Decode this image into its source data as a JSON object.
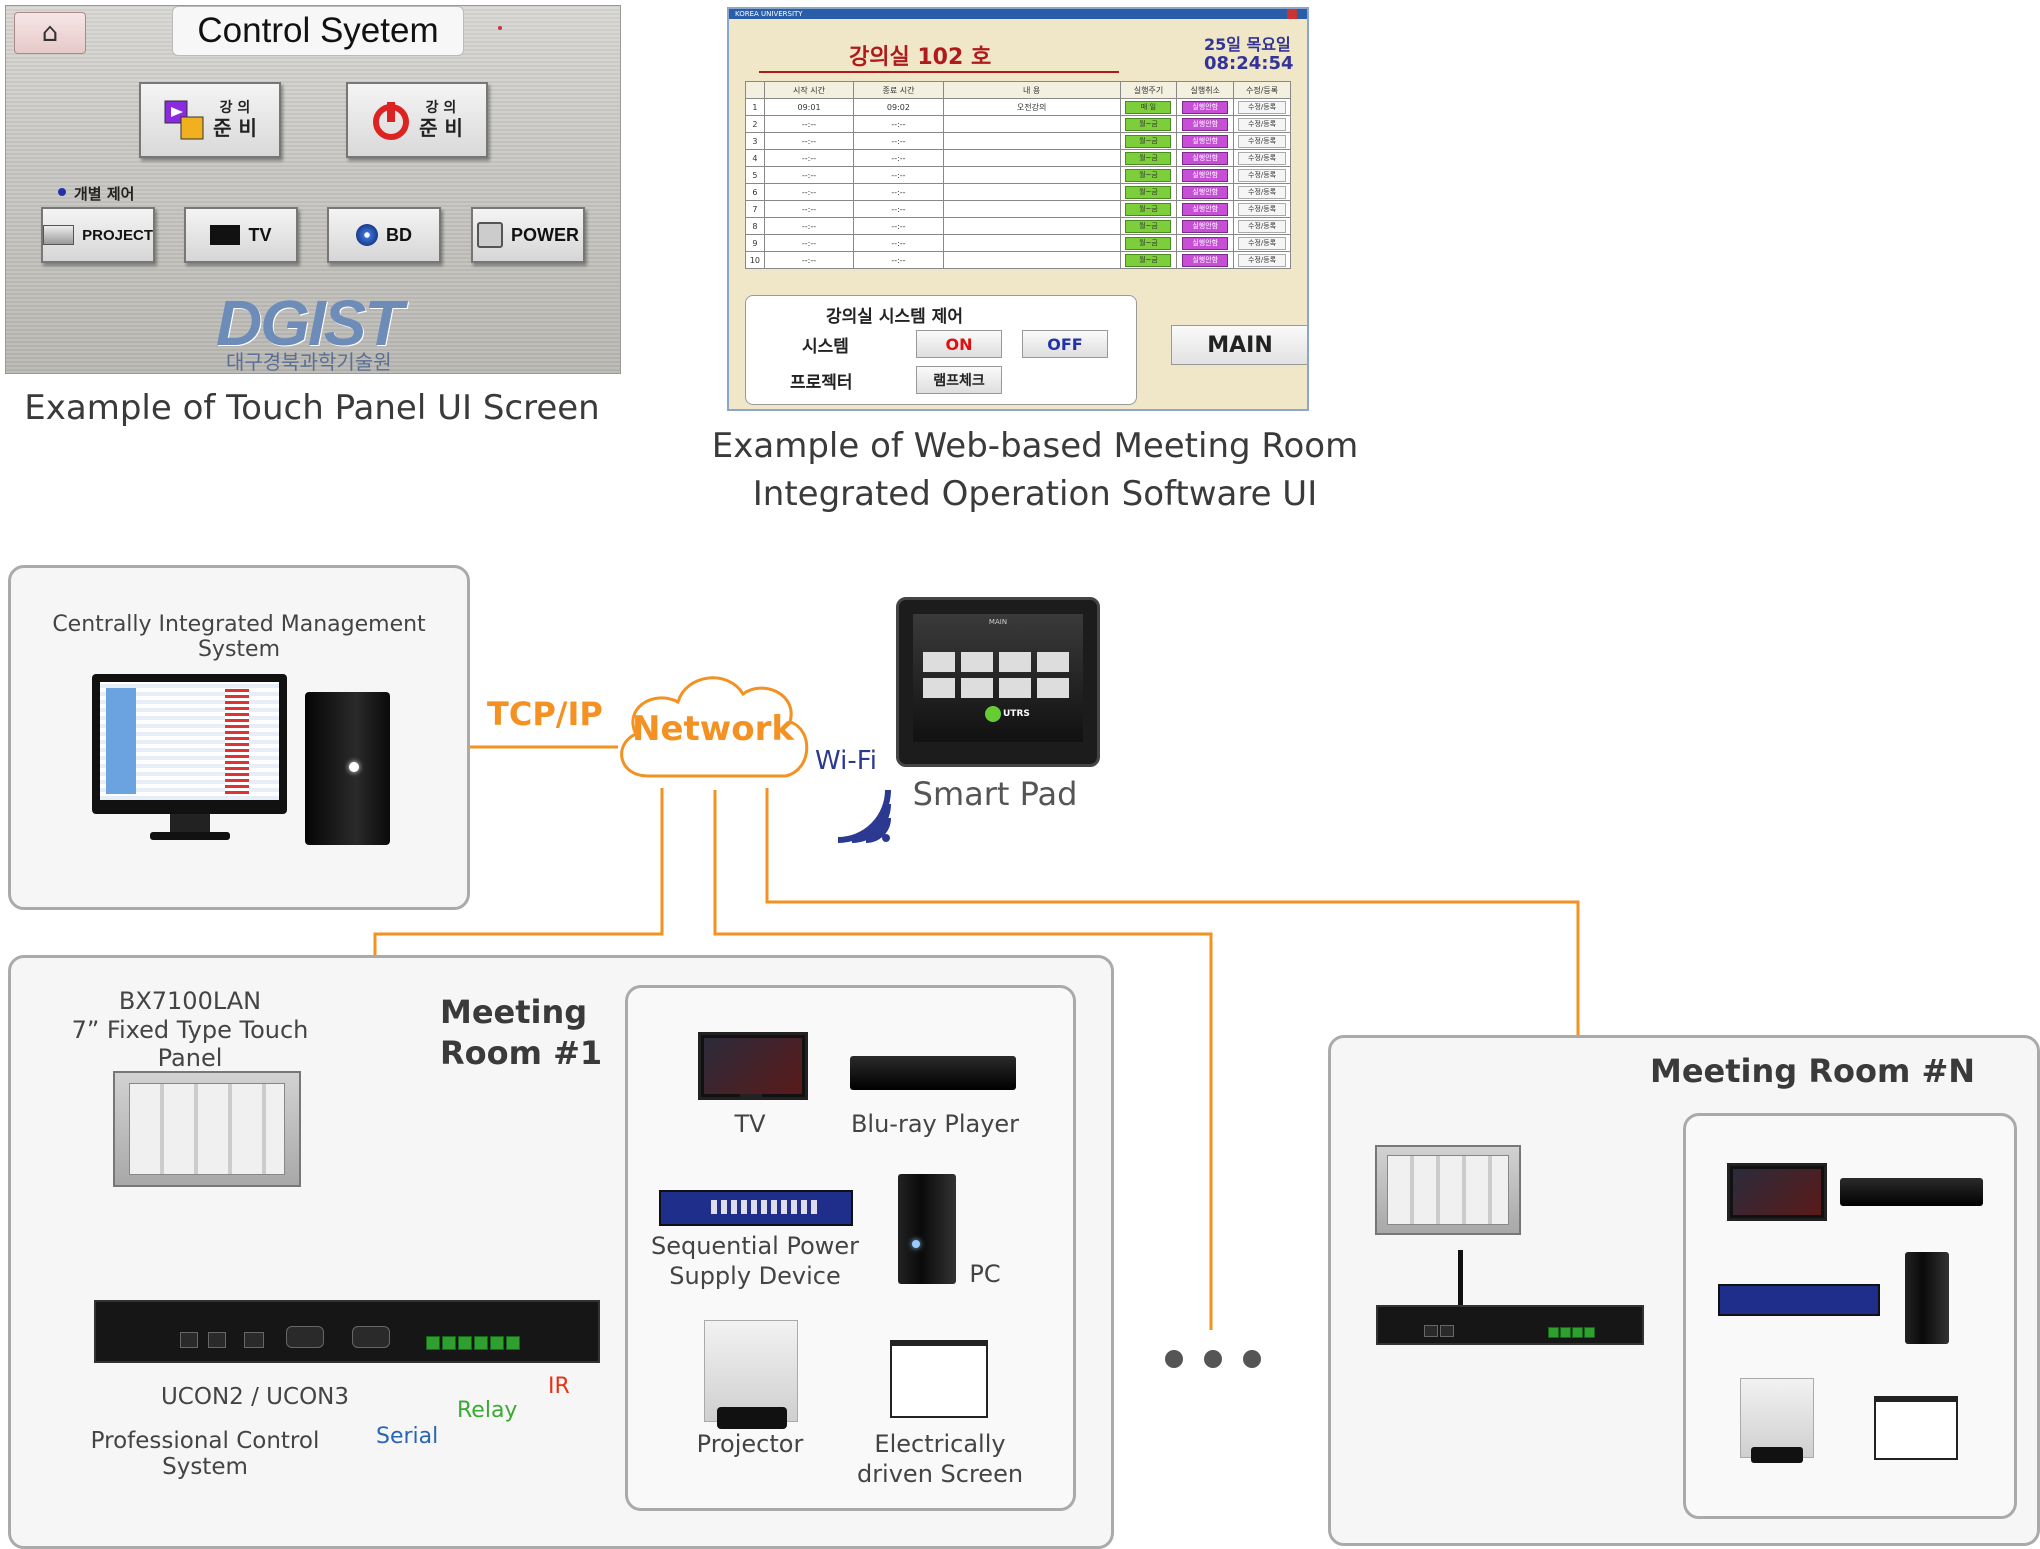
{
  "touch_panel": {
    "title": "Control Syetem",
    "btn_prep1_line1": "강 의",
    "btn_prep1_line2": "준 비",
    "btn_prep2_line1": "강 의",
    "btn_prep2_line2": "준 비",
    "section_label": "개별 제어",
    "btn_project": "PROJECT",
    "btn_tv": "TV",
    "btn_bd": "BD",
    "btn_power": "POWER",
    "logo": "DGIST",
    "logo_sub": "대구경북과학기술원"
  },
  "touch_panel_caption": "Example of Touch Panel UI  Screen",
  "web_ui": {
    "window_title": "KOREA UNIVERSITY",
    "room": "강의실 102 호",
    "date": "25일 목요일",
    "time": "08:24:54",
    "close": "×",
    "columns": [
      "",
      "시작 시간",
      "종료 시간",
      "내    용",
      "실행주기",
      "실행취소",
      "수정/등록"
    ],
    "rows": [
      {
        "no": "1",
        "start": "09:01",
        "end": "09:02",
        "content": "오전강의",
        "cycle": "매 일",
        "cancel": "실행안함",
        "edit": "수정/등록"
      },
      {
        "no": "2",
        "start": "--:--",
        "end": "--:--",
        "content": "",
        "cycle": "월~금",
        "cancel": "실행안함",
        "edit": "수정/등록"
      },
      {
        "no": "3",
        "start": "--:--",
        "end": "--:--",
        "content": "",
        "cycle": "월~금",
        "cancel": "실행안함",
        "edit": "수정/등록"
      },
      {
        "no": "4",
        "start": "--:--",
        "end": "--:--",
        "content": "",
        "cycle": "월~금",
        "cancel": "실행안함",
        "edit": "수정/등록"
      },
      {
        "no": "5",
        "start": "--:--",
        "end": "--:--",
        "content": "",
        "cycle": "월~금",
        "cancel": "실행안함",
        "edit": "수정/등록"
      },
      {
        "no": "6",
        "start": "--:--",
        "end": "--:--",
        "content": "",
        "cycle": "월~금",
        "cancel": "실행안함",
        "edit": "수정/등록"
      },
      {
        "no": "7",
        "start": "--:--",
        "end": "--:--",
        "content": "",
        "cycle": "월~금",
        "cancel": "실행안함",
        "edit": "수정/등록"
      },
      {
        "no": "8",
        "start": "--:--",
        "end": "--:--",
        "content": "",
        "cycle": "월~금",
        "cancel": "실행안함",
        "edit": "수정/등록"
      },
      {
        "no": "9",
        "start": "--:--",
        "end": "--:--",
        "content": "",
        "cycle": "월~금",
        "cancel": "실행안함",
        "edit": "수정/등록"
      },
      {
        "no": "10",
        "start": "--:--",
        "end": "--:--",
        "content": "",
        "cycle": "월~금",
        "cancel": "실행안함",
        "edit": "수정/등록"
      }
    ],
    "control_title": "강의실 시스템 제어",
    "system_label": "시스템",
    "on": "ON",
    "off": "OFF",
    "projector_label": "프로젝터",
    "lamp_check": "램프체크",
    "main": "MAIN"
  },
  "web_caption_line1": "Example of Web-based Meeting Room",
  "web_caption_line2": "Integrated Operation Software UI",
  "diagram": {
    "central_title": "Centrally Integrated Management System",
    "tcpip": "TCP/IP",
    "network": "Network",
    "wifi": "Wi-Fi",
    "smart_pad": "Smart Pad",
    "pad_screen_title": "MAIN",
    "pad_brand": "UTRS",
    "panel_model": "BX7100LAN",
    "panel_desc": "7” Fixed Type Touch Panel",
    "room1_line1": "Meeting",
    "room1_line2": "Room #1",
    "ucon_model": "UCON2 / UCON3",
    "ucon_desc": "Professional Control System",
    "ir": "IR",
    "relay": "Relay",
    "serial": "Serial",
    "tv": "TV",
    "bluray": "Blu-ray Player",
    "spsd_line1": "Sequential Power",
    "spsd_line2": "Supply Device",
    "pc": "PC",
    "projector": "Projector",
    "screen_line1": "Electrically",
    "screen_line2": "driven Screen",
    "roomN": "Meeting Room #N"
  },
  "colors": {
    "network_orange": "#f39222",
    "ir_red": "#e63312",
    "relay_green": "#3aa935",
    "serial_blue": "#2a64b8",
    "wifi_blue": "#2b3990"
  }
}
